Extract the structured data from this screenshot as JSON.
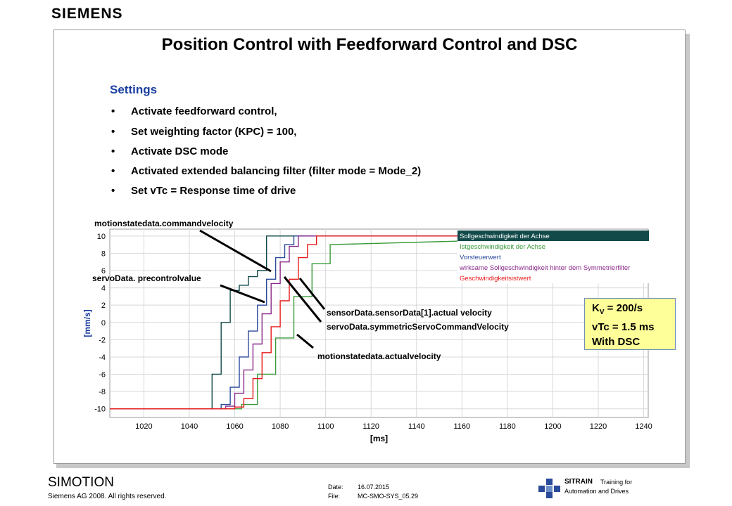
{
  "brand": "SIEMENS",
  "slide_title": "Position Control with  Feedforward Control and DSC",
  "settings_heading": "Settings",
  "bullets": [
    "Activate feedforward control,",
    "Set weighting factor (KPC) = 100,",
    "Activate DSC mode",
    "Activated extended balancing filter (filter mode = Mode_2)",
    "Set vTc = Response time of drive"
  ],
  "annotations": {
    "commandvelocity": "motionstatedata.commandvelocity",
    "precontrol": "servoData. precontrolvalue",
    "sensor": "sensorData.sensorData[1].actual velocity",
    "symmetric": "servoData.symmetricServoCommandVelocity",
    "actual": "motionstatedata.actualvelocity"
  },
  "kv_box": {
    "kv_letter": "K",
    "kv_sub": "V",
    "kv_rest": " = 200/s",
    "line2": "vTc = 1.5 ms",
    "line3": "With DSC"
  },
  "footer": {
    "product": "SIMOTION",
    "copyright": "Siemens AG 2008. All rights reserved.",
    "date_label": "Date:",
    "date_value": "16.07.2015",
    "file_label": "File:",
    "file_value": "MC-SMO-SYS_05.29",
    "sitrain": "SITRAIN",
    "sitrain_tag1": "Training for",
    "sitrain_tag2": "Automation and Drives"
  },
  "colors": {
    "heading_blue": "#1a3fa0",
    "commandvelocity": "#124a4a",
    "actualvelocity": "#3a9a3a",
    "precontrol": "#2a4a9a",
    "symmetric": "#8a2a8a",
    "sensor": "#e81a1a",
    "kv_box_fill": "#ffff99"
  },
  "chart_data": {
    "type": "line",
    "xlabel": "[ms]",
    "ylabel": "[mm/s]",
    "xlim": [
      1005,
      1242
    ],
    "ylim": [
      -11,
      10.8
    ],
    "xticks": [
      1020,
      1040,
      1060,
      1080,
      1100,
      1120,
      1140,
      1160,
      1180,
      1200,
      1220,
      1240
    ],
    "yticks": [
      10,
      8,
      6,
      4,
      2,
      0,
      -2,
      -4,
      -6,
      -8,
      -10
    ],
    "grid": true,
    "legend_position": "top-right",
    "series": [
      {
        "name": "Sollgeschwindigkeit der Achse",
        "color": "#124a4a",
        "x": [
          1005,
          1050,
          1050,
          1054,
          1054,
          1058,
          1058,
          1062,
          1062,
          1066,
          1066,
          1070,
          1070,
          1074,
          1074,
          1078,
          1078,
          1240
        ],
        "y": [
          -10,
          -10,
          -6,
          -6,
          0,
          0,
          3.7,
          3.7,
          4.3,
          4.3,
          5.3,
          5.3,
          6,
          6,
          10,
          10,
          10,
          10
        ]
      },
      {
        "name": "Istgeschwindigkeit der Achse",
        "color": "#3a9a3a",
        "x": [
          1005,
          1063,
          1063,
          1070,
          1070,
          1078,
          1078,
          1086,
          1086,
          1094,
          1094,
          1102,
          1102,
          1240
        ],
        "y": [
          -10,
          -10,
          -9.5,
          -9.5,
          -6,
          -6,
          -1.8,
          -1.8,
          3,
          3,
          6.8,
          6.8,
          9,
          10
        ]
      },
      {
        "name": "Vorsteuerwert",
        "color": "#2a4a9a",
        "x": [
          1005,
          1054,
          1054,
          1058,
          1058,
          1062,
          1062,
          1066,
          1066,
          1070,
          1070,
          1074,
          1074,
          1078,
          1078,
          1082,
          1082,
          1086,
          1086,
          1240
        ],
        "y": [
          -10,
          -10,
          -9.5,
          -9.5,
          -7.5,
          -7.5,
          -4,
          -4,
          -1,
          -1,
          2,
          2,
          5,
          5,
          7.5,
          7.5,
          9,
          9,
          10,
          10
        ]
      },
      {
        "name": "wirksame Sollgeschwindigkeit hinter dem Symmetrierfilter",
        "color": "#8a2a8a",
        "x": [
          1005,
          1056,
          1056,
          1060,
          1060,
          1064,
          1064,
          1068,
          1068,
          1072,
          1072,
          1076,
          1076,
          1080,
          1080,
          1084,
          1084,
          1088,
          1088,
          1240
        ],
        "y": [
          -10,
          -10,
          -9.7,
          -9.7,
          -8.2,
          -8.2,
          -5.5,
          -5.5,
          -2.5,
          -2.5,
          1,
          1,
          4.5,
          4.5,
          7,
          7,
          8.8,
          8.8,
          10,
          10
        ]
      },
      {
        "name": "Geschwindigkeitsistwert",
        "color": "#e81a1a",
        "x": [
          1005,
          1060,
          1060,
          1064,
          1064,
          1068,
          1068,
          1072,
          1072,
          1076,
          1076,
          1080,
          1080,
          1084,
          1084,
          1088,
          1088,
          1092,
          1092,
          1096,
          1096,
          1240
        ],
        "y": [
          -10,
          -10,
          -9.8,
          -9.8,
          -8.8,
          -8.8,
          -6.5,
          -6.5,
          -3.5,
          -3.5,
          -0.5,
          -0.5,
          2.5,
          2.5,
          5,
          5,
          7.5,
          7.5,
          9,
          9,
          10,
          10
        ]
      }
    ]
  }
}
